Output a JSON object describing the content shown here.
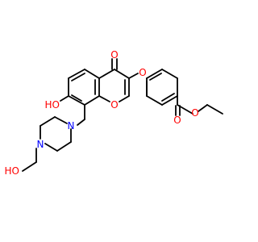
{
  "colors": {
    "background": "#ffffff",
    "bond": "#000000",
    "oxygen": "#ff0000",
    "nitrogen": "#0000ff"
  },
  "atoms": {
    "o_ketone": "O",
    "o_hydroxyl_ring": "HO",
    "o_ring": "O",
    "o_aryl_ether": "O",
    "o_carbonyl_ester": "O",
    "o_ester": "O",
    "n_piperazine_upper": "N",
    "n_piperazine_lower": "N",
    "o_hydroxyethyl": "HO"
  }
}
